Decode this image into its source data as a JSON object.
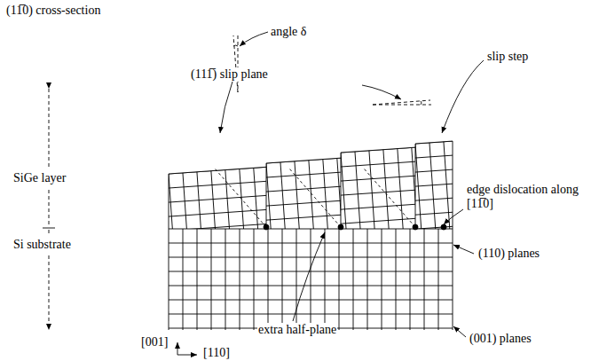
{
  "diagram": {
    "labels": [
      "(11̅0) cross-section",
      "angle δ",
      "(111̅) slip plane",
      "slip step",
      "SiGe layer",
      "edge dislocation along [11̅0]",
      "Si substrate",
      "(110) planes",
      "extra half-plane",
      "(001) planes",
      "[001]",
      "[110]"
    ]
  }
}
